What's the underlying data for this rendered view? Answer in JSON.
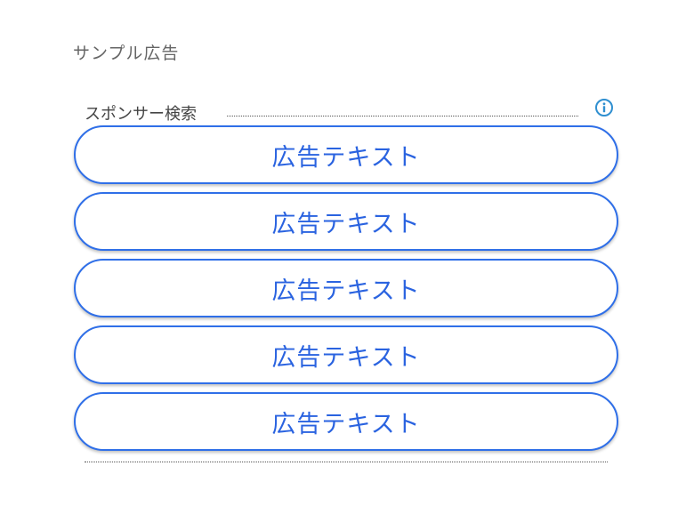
{
  "page": {
    "heading": "サンプル広告"
  },
  "sponsor": {
    "label": "スポンサー検索",
    "info_icon": "info-icon",
    "accent_color": "#2f6fe8"
  },
  "ads": [
    {
      "label": "広告テキスト"
    },
    {
      "label": "広告テキスト"
    },
    {
      "label": "広告テキスト"
    },
    {
      "label": "広告テキスト"
    },
    {
      "label": "広告テキスト"
    }
  ]
}
